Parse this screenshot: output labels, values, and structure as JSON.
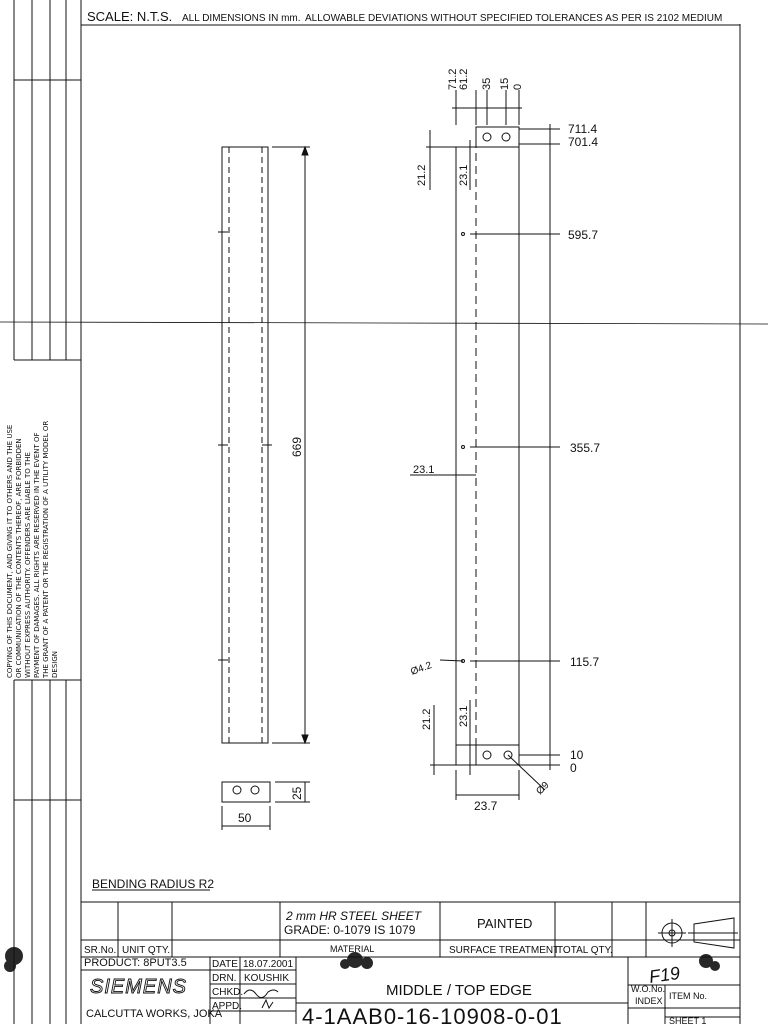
{
  "header": {
    "scale": "SCALE: N.T.S.",
    "dimensions_note": "ALL DIMENSIONS IN mm.",
    "tolerance_note": "ALLOWABLE DEVIATIONS WITHOUT SPECIFIED TOLERANCES AS PER IS 2102 MEDIUM"
  },
  "copyright_notice": "COPYING OF THIS DOCUMENT, AND GIVING IT TO OTHERS AND THE USE OR COMMUNICATION OF THE CONTENTS THEREOF, ARE FORBIDDEN WITHOUT EXPRESS AUTHORITY. OFFENDERS ARE LIABLE TO THE PAYMENT OF DAMAGES. ALL RIGHTS ARE RESERVED IN THE EVENT OF THE GRANT OF A PATENT OR THE REGISTRATION OF A UTILITY MODEL OR DESIGN",
  "left_view": {
    "length": "669",
    "width": "50",
    "flange": "25"
  },
  "right_view": {
    "top_x": [
      "71.2",
      "61.2",
      "35",
      "15",
      "0"
    ],
    "y_levels": [
      "711.4",
      "701.4",
      "595.7",
      "355.7",
      "115.7",
      "10",
      "0"
    ],
    "side_dims": [
      "21.2",
      "23.1",
      "23.1",
      "21.2",
      "23.1"
    ],
    "hole_dia": "Ø4.2",
    "hole_dia2": "Ø9",
    "bottom_width": "23.7"
  },
  "bending_radius": "BENDING RADIUS R2",
  "title_block": {
    "material_line1": "2 mm HR STEEL SHEET",
    "material_line2": "GRADE: 0-1079 IS 1079",
    "material_label": "MATERIAL",
    "surface_value": "PAINTED",
    "surface_label": "SURFACE TREATMENT",
    "total_qty_label": "TOTAL QTY.",
    "sr_no": "SR.No.",
    "unit_qty": "UNIT QTY.",
    "product": "PRODUCT: 8PUT3.5",
    "date_label": "DATE",
    "date_value": "18.07.2001",
    "drn_label": "DRN.",
    "drn_value": "KOUSHIK",
    "chkd_label": "CHKD.",
    "appd_label": "APPD.",
    "company": "SIEMENS",
    "location": "CALCUTTA WORKS, JOKA",
    "title": "MIDDLE / TOP EDGE",
    "drawing_no": "4-1AAB0-16-10908-0-01",
    "wo_no": "W.O.No.",
    "index": "INDEX",
    "item_no": "ITEM No.",
    "sheet": "SHEET 1",
    "handwritten": "F19"
  }
}
